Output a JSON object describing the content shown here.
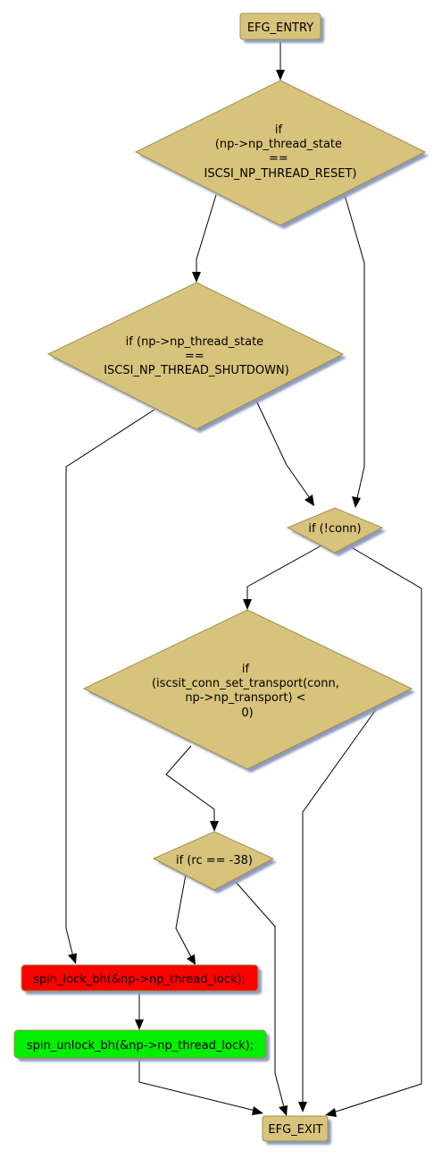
{
  "colors": {
    "decision_fill": "#d8c37c",
    "decision_stroke": "#a0904a",
    "terminal_fill": "#d8c37c",
    "error_fill": "#ff0000",
    "ok_fill": "#00ee00",
    "shadow": "#8c9bbd",
    "edge": "#000000"
  },
  "nodes": {
    "entry": {
      "lines": [
        "EFG_ENTRY"
      ]
    },
    "cond_reset": {
      "lines": [
        "if",
        "(np->np_thread_state",
        "==",
        "ISCSI_NP_THREAD_RESET)"
      ]
    },
    "cond_shutdown": {
      "lines": [
        "if (np->np_thread_state",
        "==",
        "ISCSI_NP_THREAD_SHUTDOWN)"
      ]
    },
    "cond_conn": {
      "lines": [
        "if (!conn)"
      ]
    },
    "cond_transport": {
      "lines": [
        "if",
        "(iscsit_conn_set_transport(conn,",
        "np->np_transport) <",
        "0)"
      ]
    },
    "cond_rc": {
      "lines": [
        "if (rc == -38)"
      ]
    },
    "lock": {
      "lines": [
        "spin_lock_bh(&np->np_thread_lock);"
      ]
    },
    "unlock": {
      "lines": [
        "spin_unlock_bh(&np->np_thread_lock);"
      ]
    },
    "exit": {
      "lines": [
        "EFG_EXIT"
      ]
    }
  }
}
